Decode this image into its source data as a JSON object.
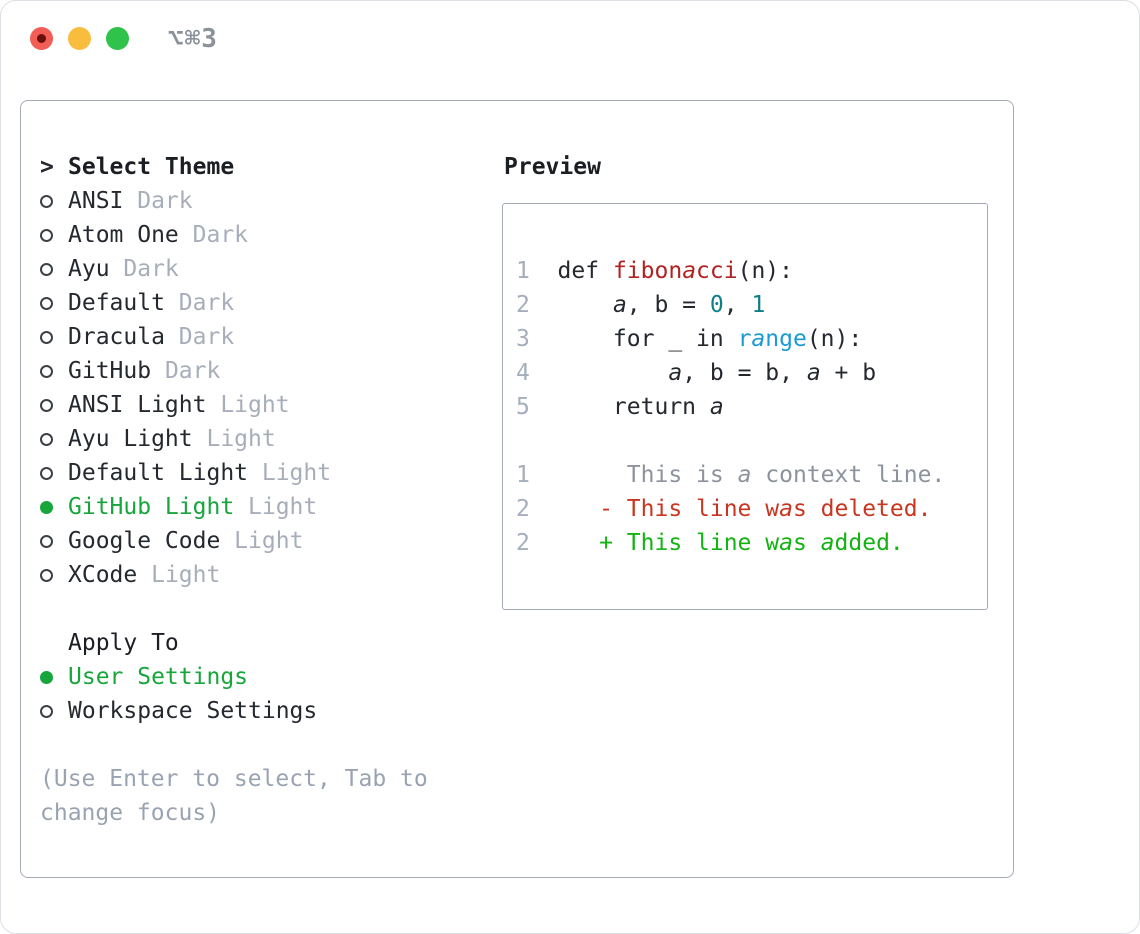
{
  "titlebar": {
    "title": "⌥⌘3",
    "lights": [
      "close",
      "minimize",
      "zoom"
    ]
  },
  "theme_list": {
    "header": "Select Theme",
    "header_marker": ">",
    "items": [
      {
        "name": "ANSI",
        "tag": "Dark",
        "selected": false
      },
      {
        "name": "Atom One",
        "tag": "Dark",
        "selected": false
      },
      {
        "name": "Ayu",
        "tag": "Dark",
        "selected": false
      },
      {
        "name": "Default",
        "tag": "Dark",
        "selected": false
      },
      {
        "name": "Dracula",
        "tag": "Dark",
        "selected": false
      },
      {
        "name": "GitHub",
        "tag": "Dark",
        "selected": false
      },
      {
        "name": "ANSI Light",
        "tag": "Light",
        "selected": false
      },
      {
        "name": "Ayu Light",
        "tag": "Light",
        "selected": false
      },
      {
        "name": "Default Light",
        "tag": "Light",
        "selected": false
      },
      {
        "name": "GitHub Light",
        "tag": "Light",
        "selected": true
      },
      {
        "name": "Google Code",
        "tag": "Light",
        "selected": false
      },
      {
        "name": "XCode",
        "tag": "Light",
        "selected": false
      }
    ]
  },
  "apply_to": {
    "header": "Apply To",
    "options": [
      {
        "name": "User Settings",
        "selected": true
      },
      {
        "name": "Workspace Settings",
        "selected": false
      }
    ]
  },
  "hint_lines": [
    "(Use Enter to select, Tab to",
    "change focus)"
  ],
  "preview": {
    "header": "Preview",
    "lines": [
      {
        "num": "1",
        "tokens": [
          {
            "t": "def ",
            "c": "fg"
          },
          {
            "t": "fibonacci",
            "c": "fn"
          },
          {
            "t": "(n):",
            "c": "fg"
          }
        ]
      },
      {
        "num": "2",
        "tokens": [
          {
            "t": "    a, b = ",
            "c": "fg"
          },
          {
            "t": "0",
            "c": "num"
          },
          {
            "t": ", ",
            "c": "fg"
          },
          {
            "t": "1",
            "c": "num"
          }
        ]
      },
      {
        "num": "3",
        "tokens": [
          {
            "t": "    for _ in ",
            "c": "fg"
          },
          {
            "t": "range",
            "c": "call"
          },
          {
            "t": "(n):",
            "c": "fg"
          }
        ]
      },
      {
        "num": "4",
        "tokens": [
          {
            "t": "        a, b = b, a + b",
            "c": "fg"
          }
        ]
      },
      {
        "num": "5",
        "tokens": [
          {
            "t": "    return a",
            "c": "fg"
          }
        ]
      },
      {
        "num": "",
        "tokens": []
      },
      {
        "num": "1",
        "tokens": [
          {
            "t": "     This is a context line.",
            "c": "ctx"
          }
        ]
      },
      {
        "num": "2",
        "tokens": [
          {
            "t": "   - This line was deleted.",
            "c": "del"
          }
        ]
      },
      {
        "num": "2",
        "tokens": [
          {
            "t": "   + This line was added.",
            "c": "add"
          }
        ]
      }
    ]
  },
  "colors": {
    "accent_green": "#17a53c",
    "diff_add": "#12b312",
    "diff_del": "#c8361f",
    "syntax_red": "#b22222",
    "syntax_teal": "#0f7e8c",
    "syntax_blue": "#1a9ad7",
    "text_dark": "#24282f",
    "text_muted": "#a7aeba",
    "text_hint": "#99a3b1",
    "line_number": "#a4aebc",
    "context_gray": "#8d939c",
    "border_gray": "#a5abb6",
    "title_gray": "#8b9199",
    "traffic_red": "#f25d55",
    "traffic_red_dot": "#6b0f0a",
    "traffic_yellow": "#f9bd3e",
    "traffic_green": "#30c34c"
  }
}
